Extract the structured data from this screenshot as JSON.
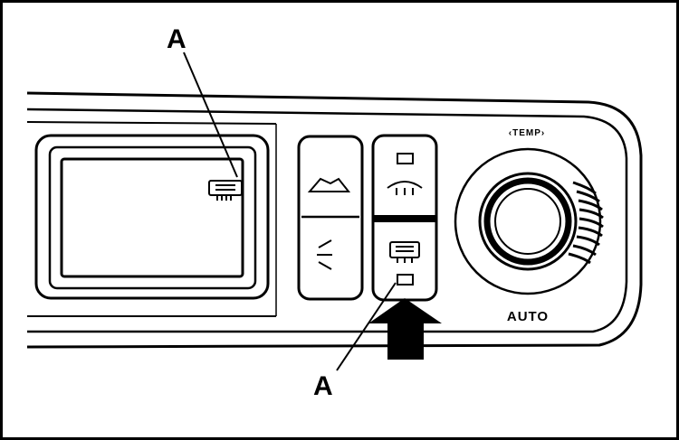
{
  "figure": {
    "callout_top": "A",
    "callout_bottom": "A",
    "knob_top_label": "‹TEMP›",
    "knob_bottom_label": "AUTO",
    "colors": {
      "ink": "#000000",
      "paper": "#ffffff"
    }
  },
  "icons": {
    "display": "rear-defrost-indicator-icon",
    "button_1": "windshield-air-icon",
    "button_2": "fan-icon",
    "button_3": "front-defrost-icon",
    "button_4": "rear-defrost-icon",
    "knob": "temperature-knob",
    "arrow": "pointer-arrow-icon"
  }
}
